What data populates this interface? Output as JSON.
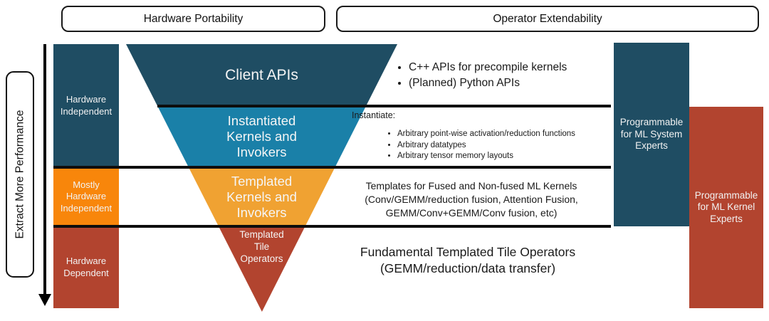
{
  "top_labels": {
    "portability": "Hardware Portability",
    "extendability": "Operator Extendability"
  },
  "axis": {
    "label": "Extract More Performance"
  },
  "left_column": {
    "hardware_independent": "Hardware\nIndependent",
    "mostly_hardware_independent": "Mostly\nHardware\nIndependent",
    "hardware_dependent": "Hardware\nDependent"
  },
  "pyramid": {
    "client_apis": "Client APIs",
    "instantiated_kernels": "Instantiated\nKernels and\nInvokers",
    "templated_kernels": "Templated\nKernels and\nInvokers",
    "templated_tile_operators": "Templated\nTile\nOperators"
  },
  "annotations": {
    "client_api_bullets": [
      "C++ APIs for precompile kernels",
      "(Planned) Python APIs"
    ],
    "instantiate_heading": "Instantiate:",
    "instantiate_bullets": [
      "Arbitrary point-wise activation/reduction functions",
      "Arbitrary datatypes",
      "Arbitrary tensor memory layouts"
    ],
    "templates_note": "Templates for Fused and Non-fused ML Kernels\n(Conv/GEMM/reduction fusion, Attention Fusion,\nGEMM/Conv+GEMM/Conv fusion, etc)",
    "fundamental_note": "Fundamental Templated Tile Operators\n(GEMM/reduction/data transfer)"
  },
  "right_column": {
    "ml_system_experts": "Programmable\nfor ML System\nExperts",
    "ml_kernel_experts": "Programmable\nfor ML Kernel\nExperts"
  },
  "colors": {
    "dark_blue": "#1f4d63",
    "teal": "#1a80a8",
    "pyramid_orange": "#f0a232",
    "column_orange": "#f8860b",
    "brick_red": "#b2442f",
    "line_black": "#0d0d0d"
  }
}
